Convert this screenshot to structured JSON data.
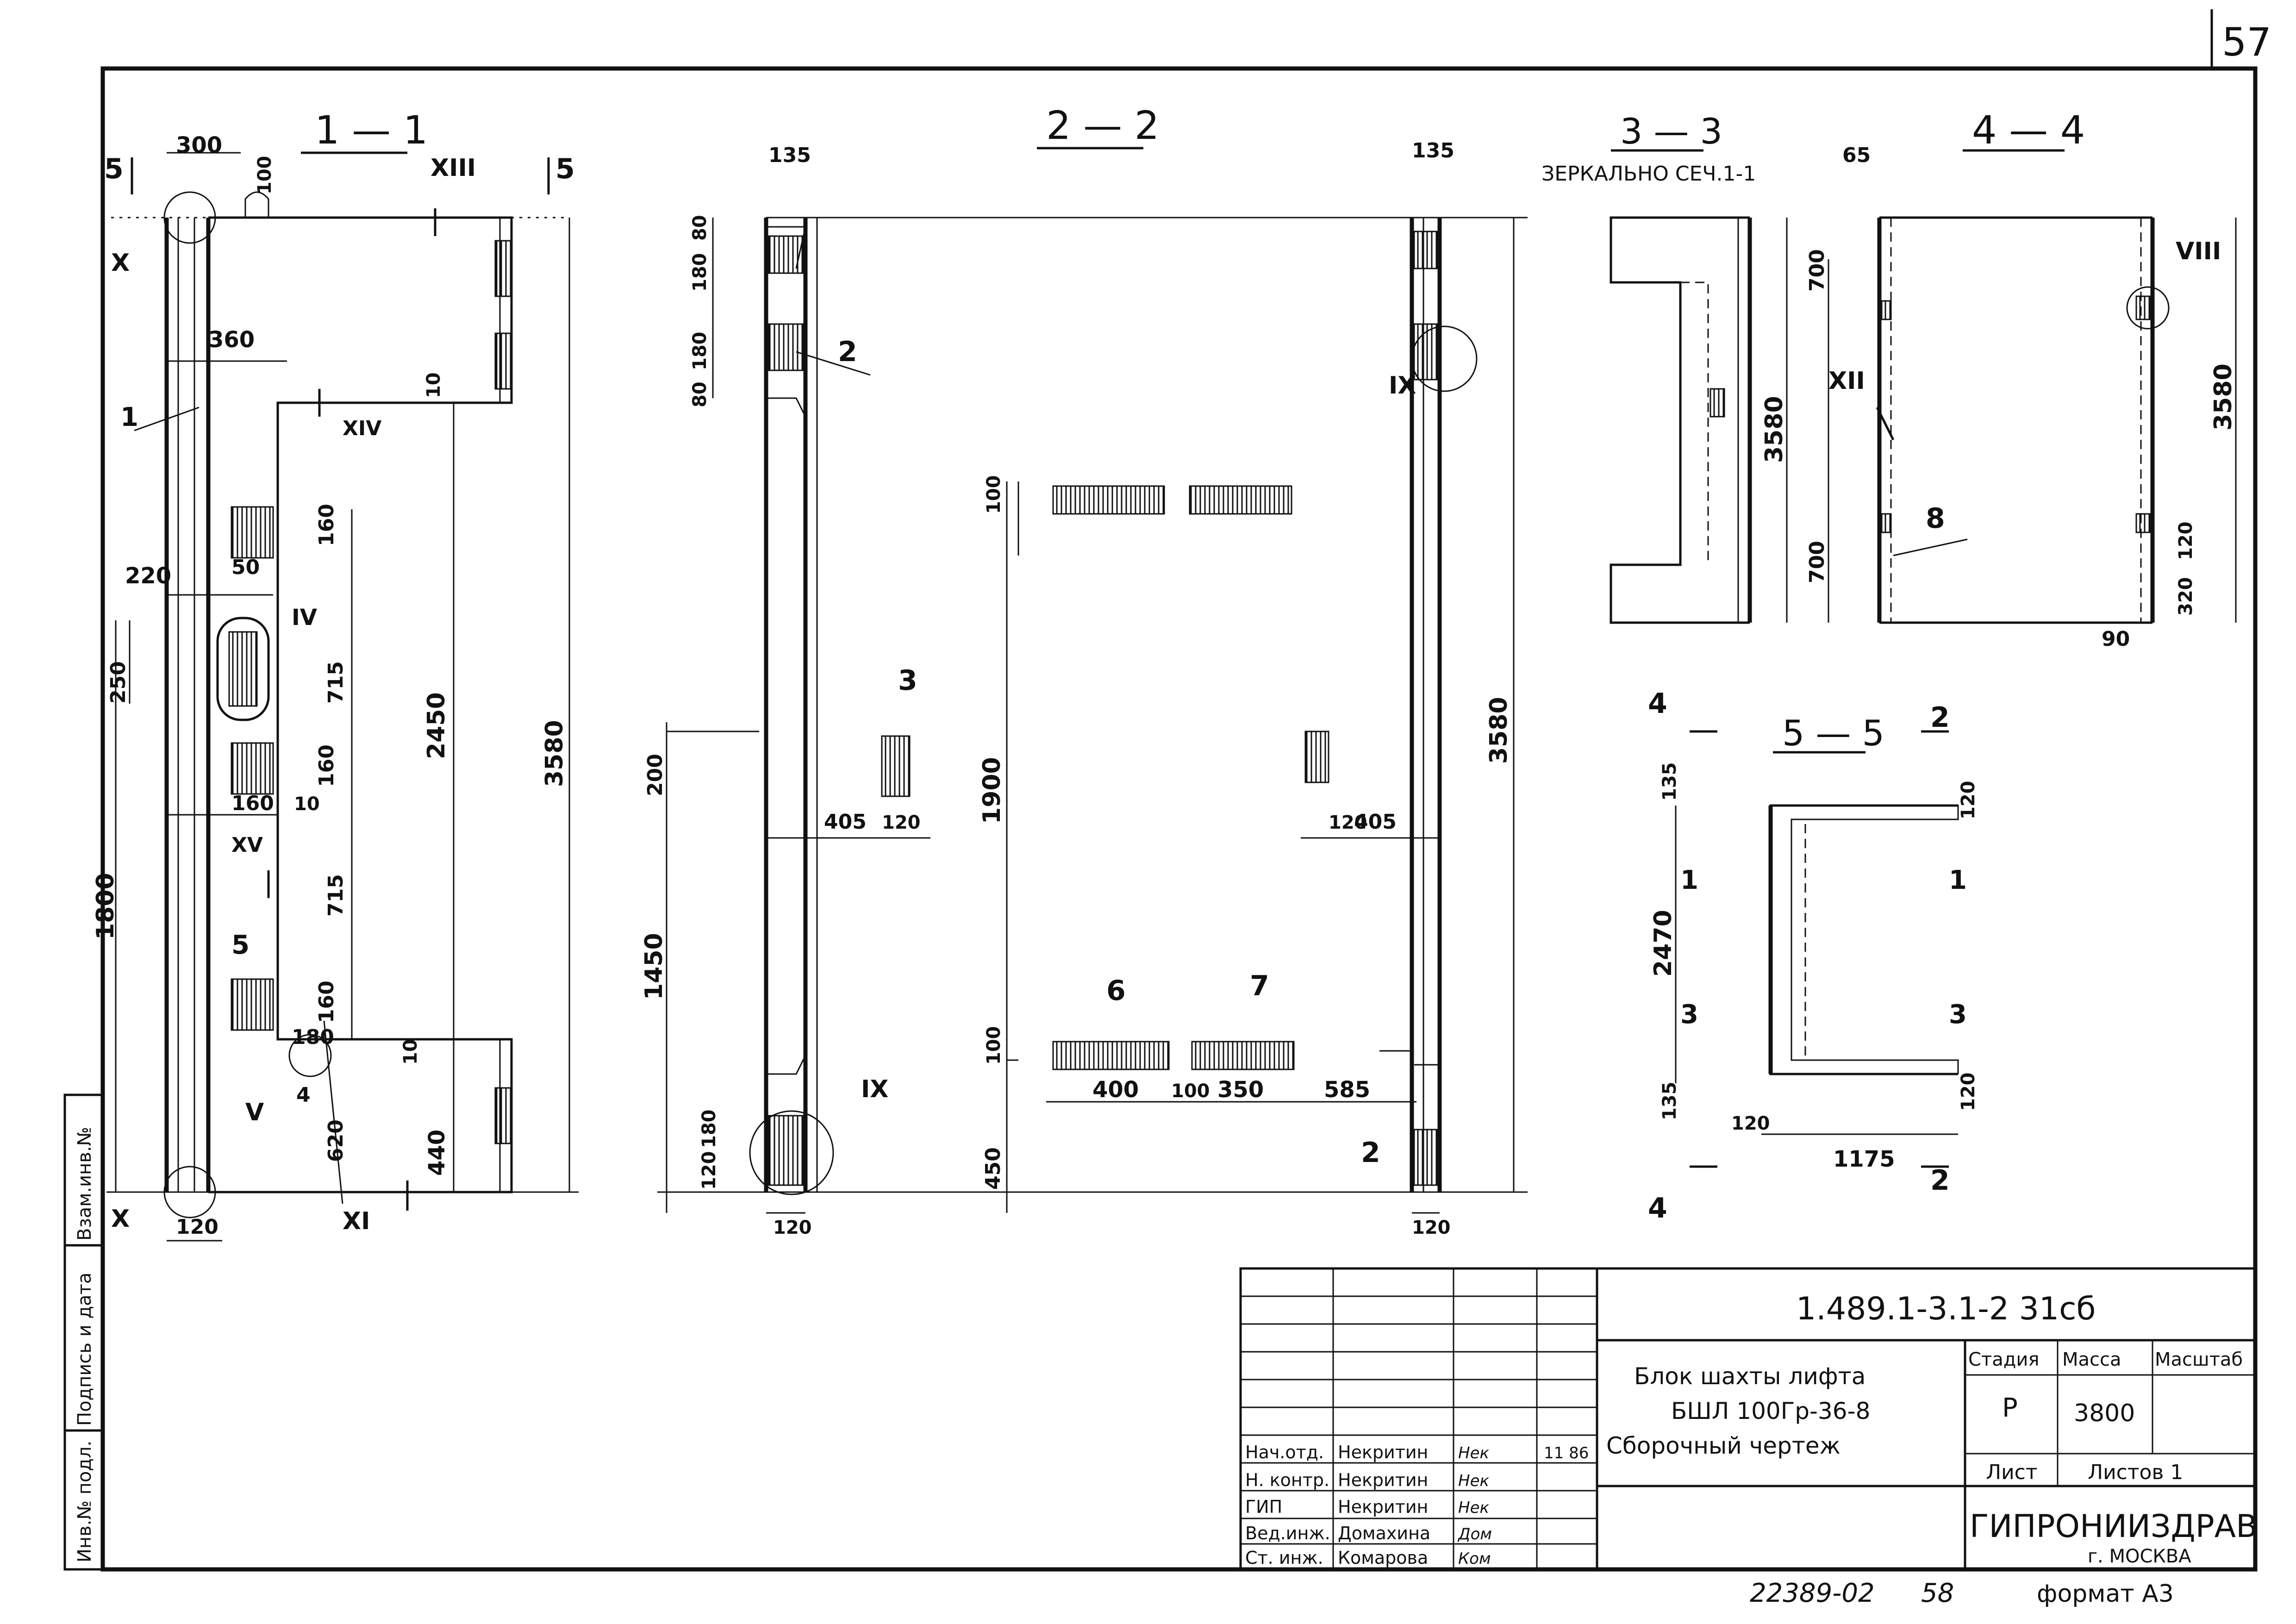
{
  "page": {
    "sheet_no": "57",
    "doc_code": "1.489.1-3.1-2 31сб",
    "footer_left": "22389-02",
    "footer_page": "58",
    "format": "формат А3"
  },
  "side_stamp": [
    "Инв.№ подл.",
    "Подпись и дата",
    "Взам.инв.№"
  ],
  "sections": {
    "s11": {
      "title": "1 — 1"
    },
    "s22": {
      "title": "2 — 2"
    },
    "s33": {
      "title": "3 — 3",
      "note": "ЗЕРКАЛЬНО СЕЧ.1-1"
    },
    "s44": {
      "title": "4 — 4"
    },
    "s55": {
      "title": "5 — 5"
    }
  },
  "dims": {
    "s11": [
      "300",
      "100",
      "360",
      "10",
      "220",
      "50",
      "160",
      "715",
      "160",
      "160",
      "10",
      "715",
      "160",
      "180",
      "620",
      "440",
      "250",
      "1800",
      "2450",
      "3580",
      "120",
      "10"
    ],
    "s22": [
      "135",
      "80",
      "180",
      "80",
      "180",
      "100",
      "1900",
      "200",
      "405",
      "120",
      "1450",
      "100",
      "400",
      "100",
      "350",
      "585",
      "450",
      "120",
      "180",
      "120",
      "135",
      "120",
      "405",
      "3580"
    ],
    "s33": [
      "3580"
    ],
    "s44": [
      "65",
      "700",
      "700",
      "3580",
      "120",
      "320",
      "90"
    ],
    "s55": [
      "135",
      "120",
      "2470",
      "135",
      "120",
      "1175",
      "120"
    ]
  },
  "markers": {
    "roman": [
      "XIII",
      "XIV",
      "X",
      "XI",
      "IV",
      "XV",
      "V",
      "IX",
      "IX",
      "VIII",
      "XII"
    ],
    "positions": [
      "1",
      "2",
      "3",
      "4",
      "5",
      "6",
      "7",
      "8",
      "2",
      "5",
      "5",
      "4",
      "4",
      "2",
      "2",
      "1",
      "1",
      "3",
      "3"
    ]
  },
  "title_block": {
    "name_lines": [
      "Блок шахты лифта",
      "БШЛ 100Гр-36-8",
      "Сборочный чертеж"
    ],
    "stage_hdr": "Стадия",
    "mass_hdr": "Масса",
    "scale_hdr": "Масштаб",
    "stage": "Р",
    "mass": "3800",
    "sheet_hdr": "Лист",
    "sheets_hdr": "Листов 1",
    "org": "ГИПРОНИИЗДРАВ",
    "city": "г. МОСКВА",
    "date": "11 86",
    "signers": [
      {
        "role": "Нач.отд.",
        "name": "Некритин",
        "sign": "Нек"
      },
      {
        "role": "Н. контр.",
        "name": "Некритин",
        "sign": "Нек"
      },
      {
        "role": "ГИП",
        "name": "Некритин",
        "sign": "Нек"
      },
      {
        "role": "Вед.инж.",
        "name": "Домахина",
        "sign": "Дом"
      },
      {
        "role": "Ст. инж.",
        "name": "Комарова",
        "sign": "Ком"
      }
    ]
  }
}
